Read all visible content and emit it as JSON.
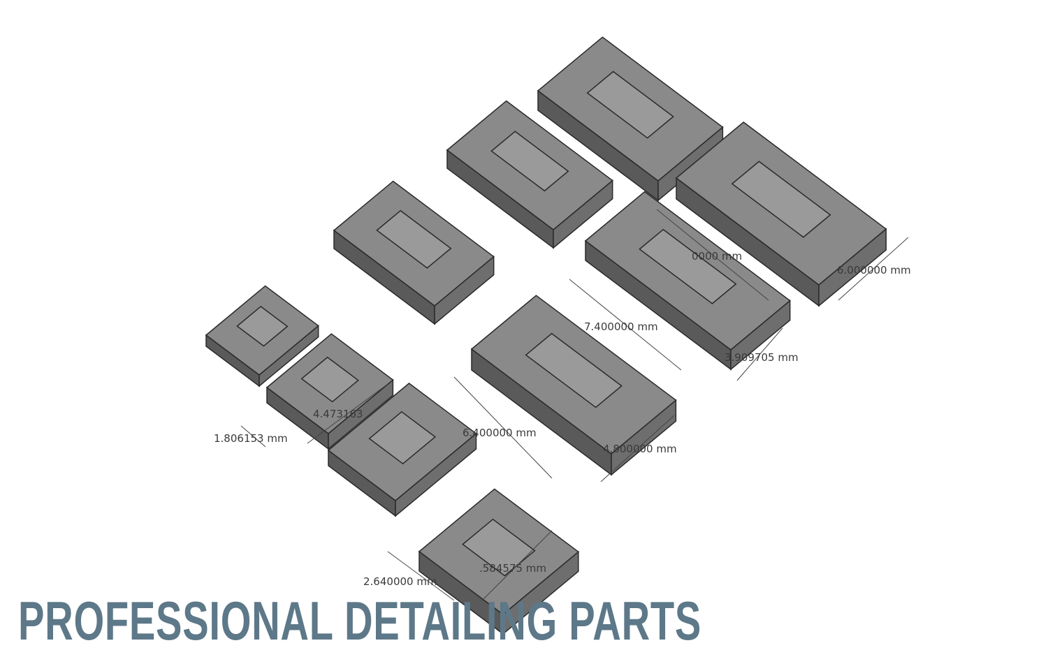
{
  "title": "PROFESSIONAL DETAILING PARTS",
  "colors": {
    "title": "#5d7888",
    "part_top": "#8a8a8a",
    "part_side": "#5a5a5a",
    "part_edge": "#2a2a2a",
    "dim_line": "#444444"
  },
  "dimensions": [
    {
      "label": "0000 mm"
    },
    {
      "label": "6.000000 mm"
    },
    {
      "label": "7.400000 mm"
    },
    {
      "label": "3.909705 mm"
    },
    {
      "label": "6.400000 mm"
    },
    {
      "label": "4.800000 mm"
    },
    {
      "label": "4.473163"
    },
    {
      "label": "1.806153 mm"
    },
    {
      "label": ".584575 mm"
    },
    {
      "label": "2.640000 mm"
    }
  ]
}
